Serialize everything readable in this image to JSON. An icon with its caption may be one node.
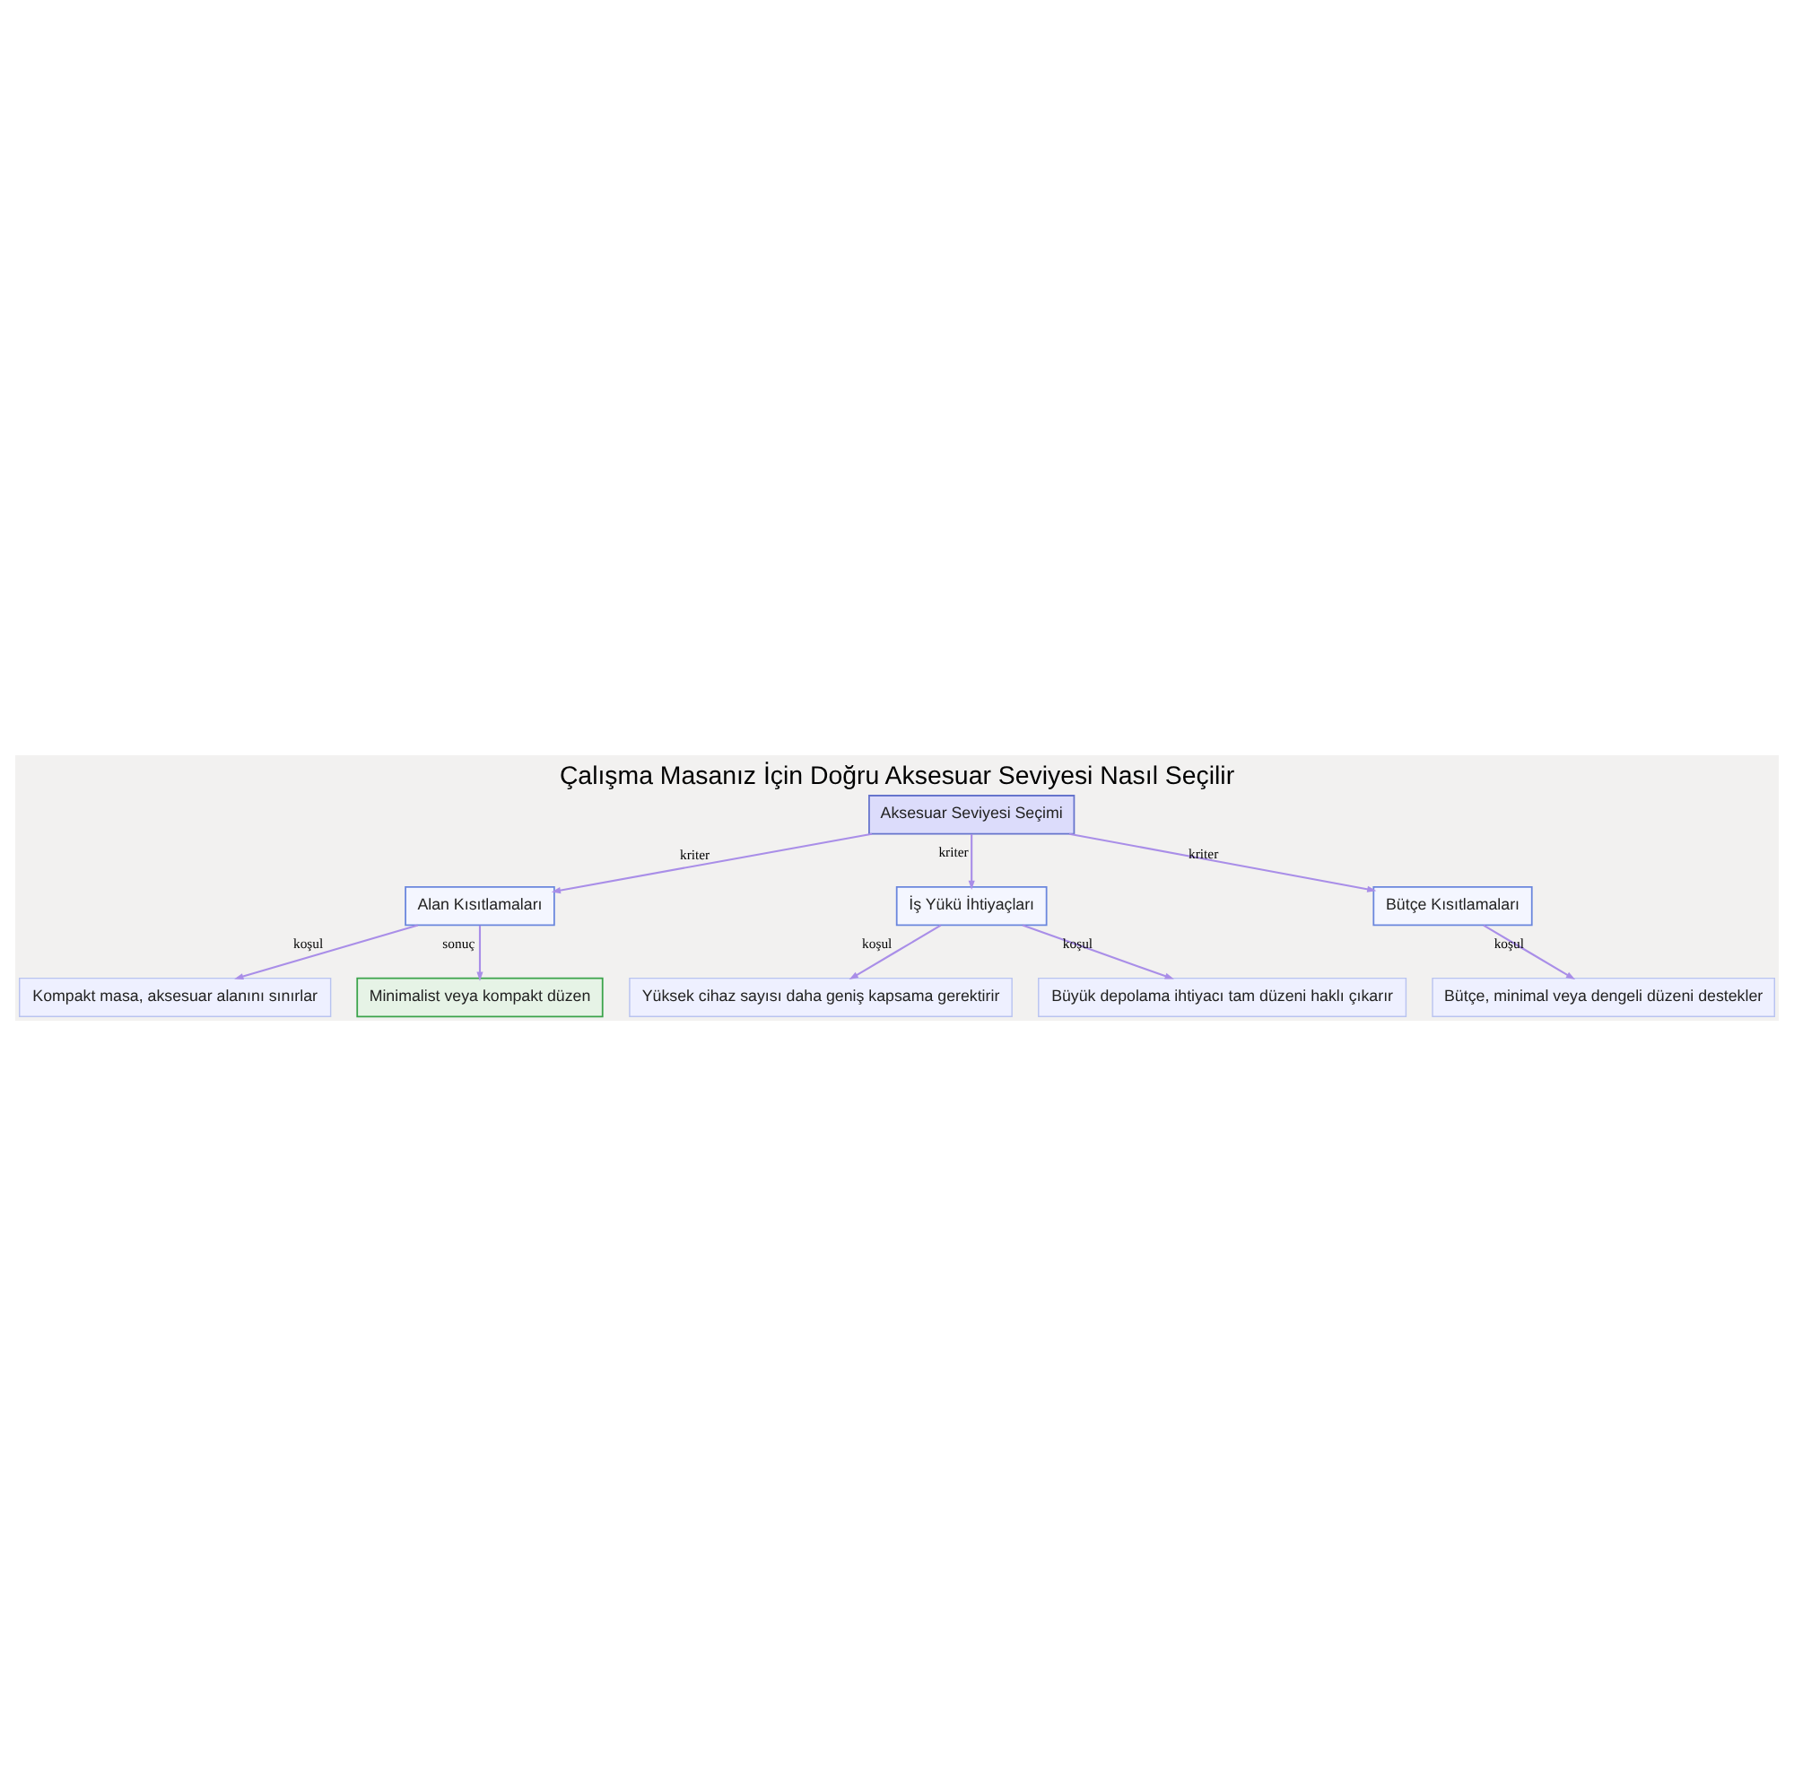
{
  "diagram": {
    "title": "Çalışma Masanız İçin Doğru Aksesuar Seviyesi Nasıl Seçilir",
    "nodes": [
      {
        "text": [
          "Aksesuar Seviyesi Seçimi"
        ]
      },
      {
        "text": [
          "Alan Kısıtlamaları"
        ]
      },
      {
        "text": [
          "İş Yükü İhtiyaçları"
        ]
      },
      {
        "text": [
          "Bütçe Kısıtlamaları"
        ]
      },
      {
        "text": [
          "Kompakt masa, aksesuar alanını sınırlar"
        ]
      },
      {
        "text": [
          "Minimalist veya kompakt düzen"
        ]
      },
      {
        "text": [
          "Yüksek cihaz sayısı daha geniş kapsama gerektirir"
        ]
      },
      {
        "text": [
          "Büyük depolama ihtiyacı tam düzeni haklı çıkarır"
        ]
      },
      {
        "text": [
          "Bütçe, minimal veya dengeli düzeni destekler"
        ]
      }
    ],
    "edges": [
      {
        "from": 0,
        "to": 1,
        "arrow": "to",
        "label": "kriter"
      },
      {
        "from": 0,
        "to": 2,
        "arrow": "to",
        "label": "kriter"
      },
      {
        "from": 0,
        "to": 3,
        "arrow": "to",
        "label": "kriter"
      },
      {
        "from": 1,
        "to": 4,
        "arrow": "to",
        "label": "koşul"
      },
      {
        "from": 1,
        "to": 5,
        "arrow": "to",
        "label": "sonuç"
      },
      {
        "from": 2,
        "to": 6,
        "arrow": "to",
        "label": "koşul"
      },
      {
        "from": 2,
        "to": 7,
        "arrow": "to",
        "label": "koşul"
      },
      {
        "from": 3,
        "to": 8,
        "arrow": "to",
        "label": "koşul"
      }
    ]
  }
}
